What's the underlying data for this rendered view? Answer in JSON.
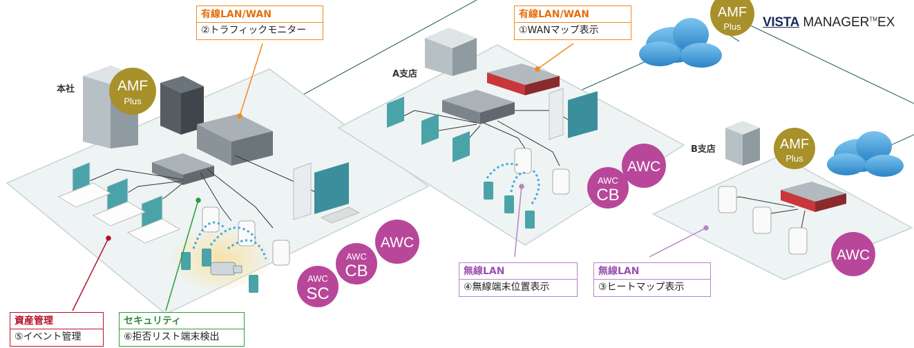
{
  "brand": {
    "name_bold": "VISTA",
    "name_rest": "MANAGER",
    "tm": "TM",
    "suffix": "EX"
  },
  "sites": {
    "hq": "本社",
    "branch_a": "A支店",
    "branch_b": "B支店"
  },
  "badges": {
    "amf": "AMF",
    "plus": "Plus",
    "awc": "AWC",
    "cb": "CB",
    "sc": "SC"
  },
  "callouts": {
    "traffic": {
      "title": "有線LAN/WAN",
      "body": "②トラフィックモニター"
    },
    "wanmap": {
      "title": "有線LAN/WAN",
      "body": "①WANマップ表示"
    },
    "position": {
      "title": "無線LAN",
      "body": "④無線端末位置表示"
    },
    "heatmap": {
      "title": "無線LAN",
      "body": "③ヒートマップ表示"
    },
    "asset": {
      "title": "資産管理",
      "body": "⑤イベント管理"
    },
    "security": {
      "title": "セキュリティ",
      "body": "⑥拒否リスト端末検出"
    }
  },
  "colors": {
    "orange": "#f08a1c",
    "purple": "#b584c6",
    "red": "#b3112b",
    "green": "#2e9a3a",
    "amf_gold": "#a8902a",
    "awc_magenta": "#b8479a",
    "cloud": "#4aa3dc",
    "platform": "#eef3f3"
  }
}
